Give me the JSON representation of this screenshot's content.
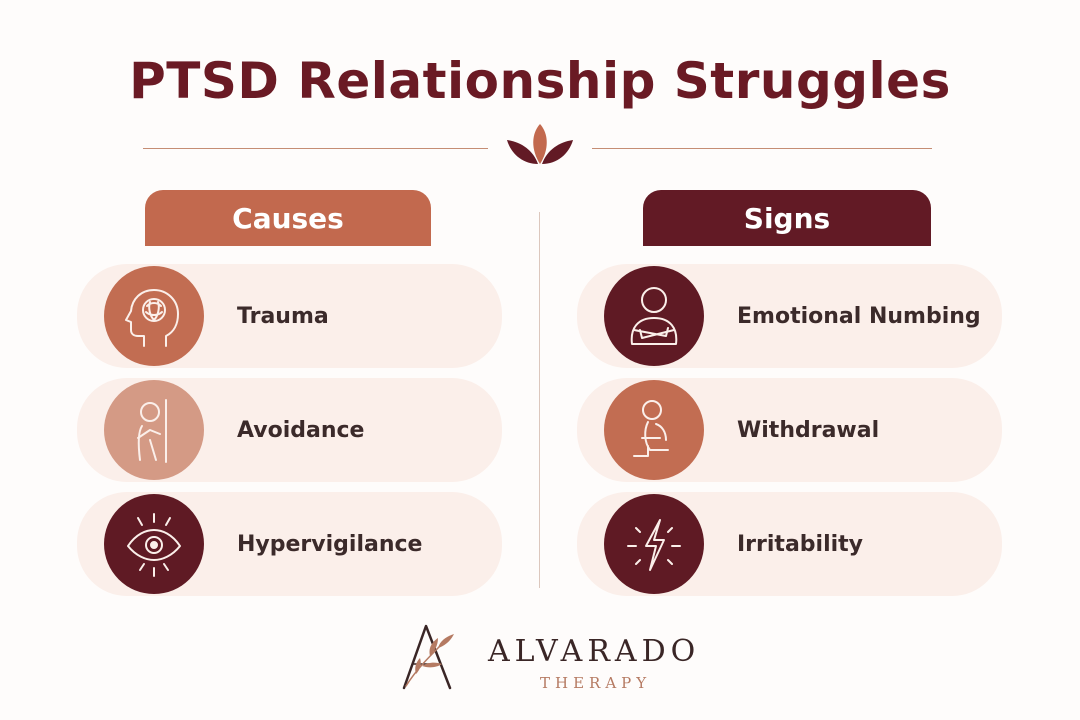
{
  "title": "PTSD Relationship Struggles",
  "colors": {
    "maroon": "#621a25",
    "terracotta": "#c2694e",
    "blush": "#d49a85",
    "card": "#fbefea"
  },
  "causes": {
    "header": "Causes",
    "items": [
      {
        "label": "Trauma",
        "icon": "brain-head-icon"
      },
      {
        "label": "Avoidance",
        "icon": "person-behind-wall-icon"
      },
      {
        "label": "Hypervigilance",
        "icon": "eye-icon"
      }
    ]
  },
  "signs": {
    "header": "Signs",
    "items": [
      {
        "label": "Emotional Numbing",
        "icon": "person-arms-crossed-icon"
      },
      {
        "label": "Withdrawal",
        "icon": "person-hugging-knees-icon"
      },
      {
        "label": "Irritability",
        "icon": "lightning-bolt-icon"
      }
    ]
  },
  "logo": {
    "name": "ALVARADO",
    "subtitle": "THERAPY"
  }
}
